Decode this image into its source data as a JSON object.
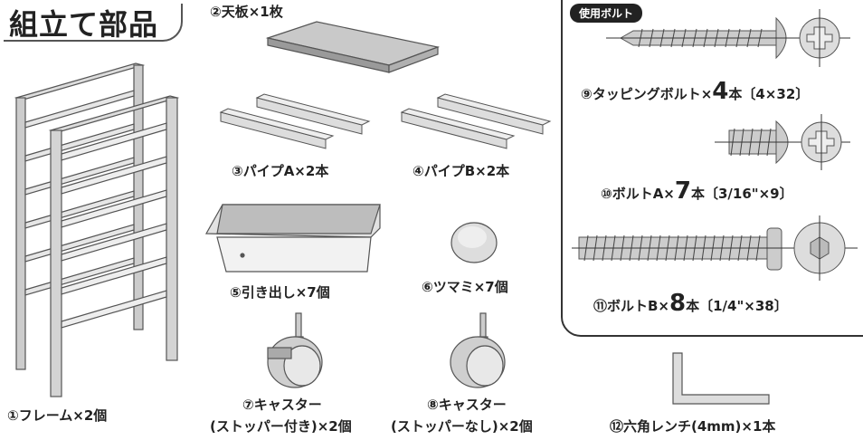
{
  "title": "組立て部品",
  "bolt_section_label": "使用ボルト",
  "parts": {
    "p1": "①フレーム×2個",
    "p2": "②天板×1枚",
    "p3": "③パイプA×2本",
    "p4": "④パイプB×2本",
    "p5": "⑤引き出し×7個",
    "p6": "⑥ツマミ×7個",
    "p7a": "⑦キャスター",
    "p7b": "(ストッパー付き)×2個",
    "p8a": "⑧キャスター",
    "p8b": "(ストッパーなし)×2個",
    "p12": "⑫六角レンチ(4mm)×1本"
  },
  "bolts": {
    "b9": {
      "pre": "⑨タッピングボルト×",
      "qty": "4",
      "post": "本〔4×32〕"
    },
    "b10": {
      "pre": "⑩ボルトA×",
      "qty": "7",
      "post": "本〔3/16\"×9〕"
    },
    "b11": {
      "pre": "⑪ボルトB×",
      "qty": "8",
      "post": "本〔1/4\"×38〕"
    }
  }
}
